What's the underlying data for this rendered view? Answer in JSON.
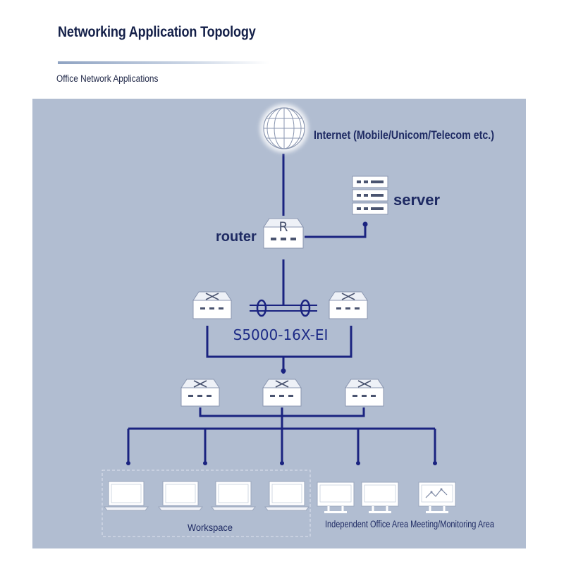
{
  "header": {
    "title": "Networking Application Topology",
    "section": "Office Network Applications"
  },
  "diagram": {
    "nodes": {
      "internet": "Internet (Mobile/Unicom/Telecom etc.)",
      "server": "server",
      "router": "router",
      "core_model": "S5000-16X-EI"
    },
    "areas": {
      "workspace": "Workspace",
      "office_meeting": "Independent Office Area Meeting/Monitoring Area"
    },
    "router_badge": "R"
  },
  "colors": {
    "background": "#b1bdd1",
    "line": "#1a2380",
    "device_fill": "#ffffff",
    "text": "#1e2a63"
  }
}
